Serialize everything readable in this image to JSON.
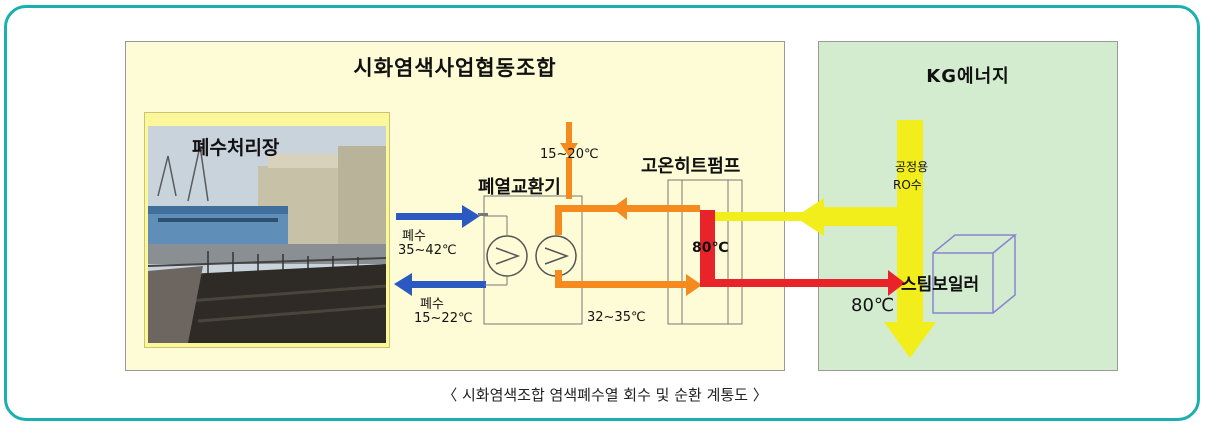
{
  "panels": {
    "left_title": "시화염색사업협동조합",
    "right_title": "KG에너지"
  },
  "photo_label": "폐수처리장",
  "labels": {
    "waste_heat_exchanger": "폐열교환기",
    "high_temp_heat_pump": "고온히트펌프",
    "inlet_temp": "15~20℃",
    "waste_in": "폐수",
    "waste_in_temp": "35~42℃",
    "waste_out": "폐수",
    "waste_out_temp": "15~22℃",
    "exchanger_out_temp": "32~35℃",
    "pump_temp": "80℃",
    "process_ro_line1": "공정용",
    "process_ro_line2": "RO수",
    "steam_boiler": "스팀보일러",
    "boiler_temp": "80℃"
  },
  "caption": "〈 시화염색조합 염색폐수열 회수 및 순환 계통도 〉",
  "colors": {
    "frame": "#1bb0b0",
    "left_panel": "#fdfcd6",
    "right_panel": "#d3ecd0",
    "blue_arrow": "#2c58c2",
    "orange_arrow": "#f58a1f",
    "red_arrow": "#e8242a",
    "yellow_arrow": "#f2ee1c"
  }
}
